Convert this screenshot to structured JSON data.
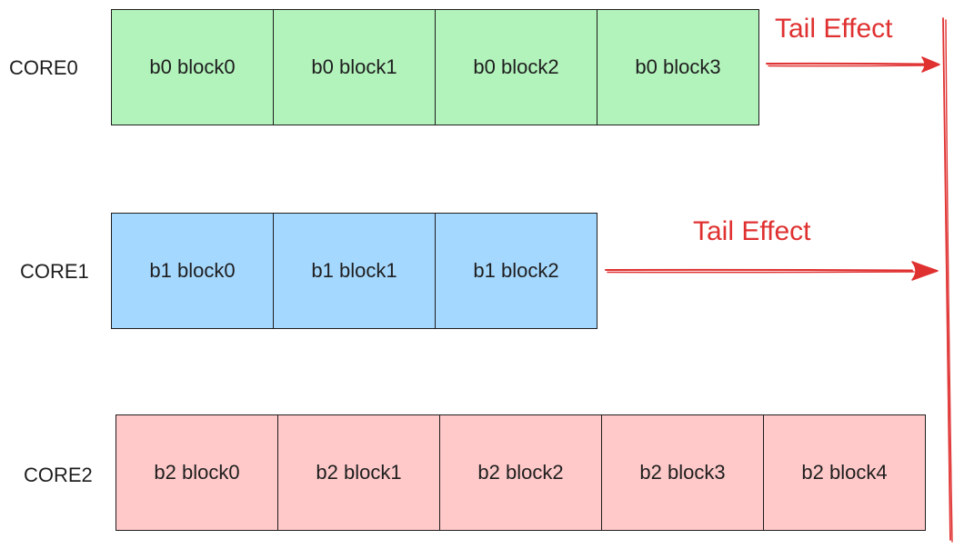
{
  "rows": [
    {
      "label": "CORE0",
      "color": "#b2f2bb",
      "blocks": [
        "b0 block0",
        "b0 block1",
        "b0 block2",
        "b0 block3"
      ]
    },
    {
      "label": "CORE1",
      "color": "#a5d8ff",
      "blocks": [
        "b1 block0",
        "b1 block1",
        "b1 block2"
      ]
    },
    {
      "label": "CORE2",
      "color": "#ffc9c9",
      "blocks": [
        "b2 block0",
        "b2 block1",
        "b2 block2",
        "b2 block3",
        "b2 block4"
      ]
    }
  ],
  "annotations": {
    "tail_effect_core0": "Tail Effect",
    "tail_effect_core1": "Tail Effect",
    "color": "#e03131"
  }
}
